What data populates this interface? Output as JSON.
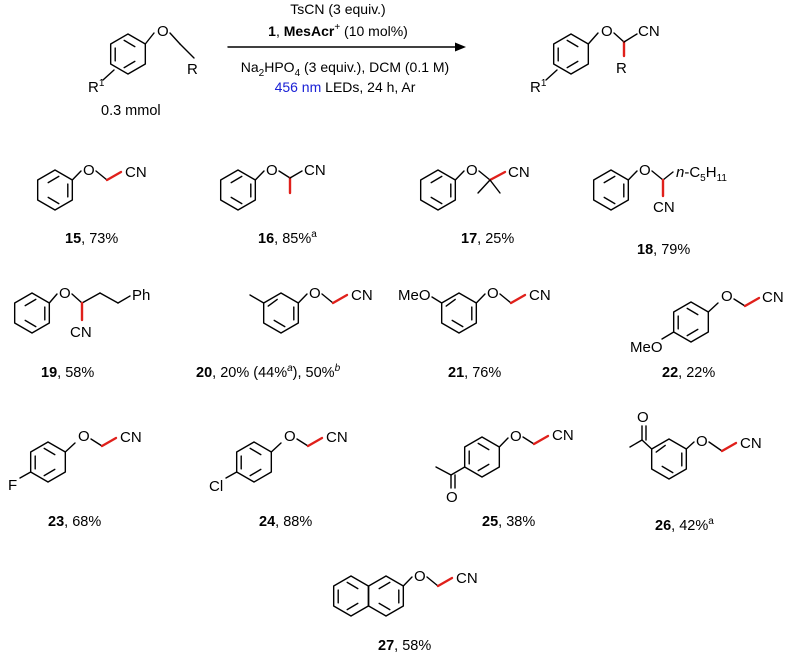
{
  "reaction": {
    "reagent_line1": "TsCN (3 equiv.)",
    "reagent_line2_bold": "1",
    "reagent_line2_sep": ", ",
    "reagent_line2_cat": "MesAcr",
    "reagent_line2_cat_sup": "+",
    "reagent_line2_rest": " (10 mol%)",
    "cond_line1_a": "Na",
    "cond_line1_sub1": "2",
    "cond_line1_b": "HPO",
    "cond_line1_sub2": "4",
    "cond_line1_c": " (3 equiv.), DCM (0.1 M)",
    "cond_line2_blue": "456 nm",
    "cond_line2_rest": " LEDs, 24 h, Ar",
    "substrate_scale": "0.3 mmol",
    "highlight_color": "#e0201b",
    "light_color": "#1a21d6"
  },
  "atoms": {
    "O": "O",
    "R": "R",
    "CN": "CN",
    "R1": "R",
    "R1_sup": "1",
    "Ph": "Ph",
    "MeO": "MeO",
    "F": "F",
    "Cl": "Cl",
    "nC5H11_a": "n",
    "nC5H11_b": "-C",
    "nC5H11_sub1": "5",
    "nC5H11_c": "H",
    "nC5H11_sub2": "11"
  },
  "compounds": [
    {
      "id": "15",
      "yield": ", 73%"
    },
    {
      "id": "16",
      "yield": ", 85%",
      "note": "a"
    },
    {
      "id": "17",
      "yield": ", 25%"
    },
    {
      "id": "18",
      "yield": ", 79%"
    },
    {
      "id": "19",
      "yield": ", 58%"
    },
    {
      "id": "20",
      "yield_a": ", 20% (44%",
      "note_a": "a",
      "yield_b": "), 50%",
      "note_b": "b"
    },
    {
      "id": "21",
      "yield": ", 76%"
    },
    {
      "id": "22",
      "yield": ", 22%"
    },
    {
      "id": "23",
      "yield": ", 68%"
    },
    {
      "id": "24",
      "yield": ", 88%"
    },
    {
      "id": "25",
      "yield": ", 38%"
    },
    {
      "id": "26",
      "yield": ", 42%",
      "note": "a"
    },
    {
      "id": "27",
      "yield": ", 58%"
    }
  ]
}
